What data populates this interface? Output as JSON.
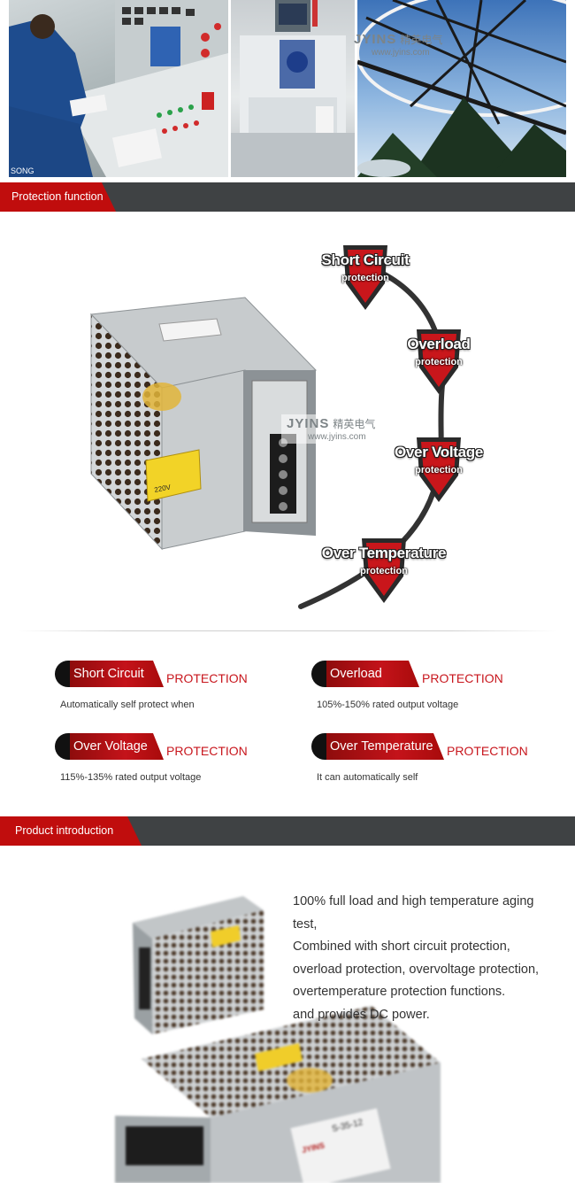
{
  "photos": {
    "control_room_caption": "SONG",
    "watermark_brand": "JYINS",
    "watermark_cn": "精英电气",
    "watermark_url": "www.jyins.com"
  },
  "section_protection": {
    "title": "Protection function"
  },
  "diagram": {
    "badges": [
      {
        "title": "Short Circuit",
        "sub": "protection"
      },
      {
        "title": "Overload",
        "sub": "protection"
      },
      {
        "title": "Over Voltage",
        "sub": "protection"
      },
      {
        "title": "Over Temperature",
        "sub": "protection"
      }
    ],
    "watermark_brand": "JYINS",
    "watermark_cn": "精英电气",
    "watermark_url": "www.jyins.com",
    "psu_label": "220V"
  },
  "features": [
    {
      "label": "Short Circuit",
      "suffix": "PROTECTION",
      "desc": "Automatically self protect when"
    },
    {
      "label": "Overload",
      "suffix": "PROTECTION",
      "desc": "105%-150% rated output voltage"
    },
    {
      "label": "Over Voltage",
      "suffix": "PROTECTION",
      "desc": "115%-135% rated output voltage"
    },
    {
      "label": "Over Temperature",
      "suffix": "PROTECTION",
      "desc": "It can automatically self"
    }
  ],
  "section_product": {
    "title": "Product introduction"
  },
  "product": {
    "lines": [
      "100% full load and high temperature aging test,",
      "Combined with short circuit protection, overload protection, overvoltage protection, overtemperature protection functions.",
      "and provides DC power."
    ],
    "model_label": "S-35-12",
    "brand_label": "JYINS"
  },
  "colors": {
    "accent_red": "#c00d0d",
    "bar_gray": "#3f4244",
    "protection_red": "#c8161d"
  }
}
